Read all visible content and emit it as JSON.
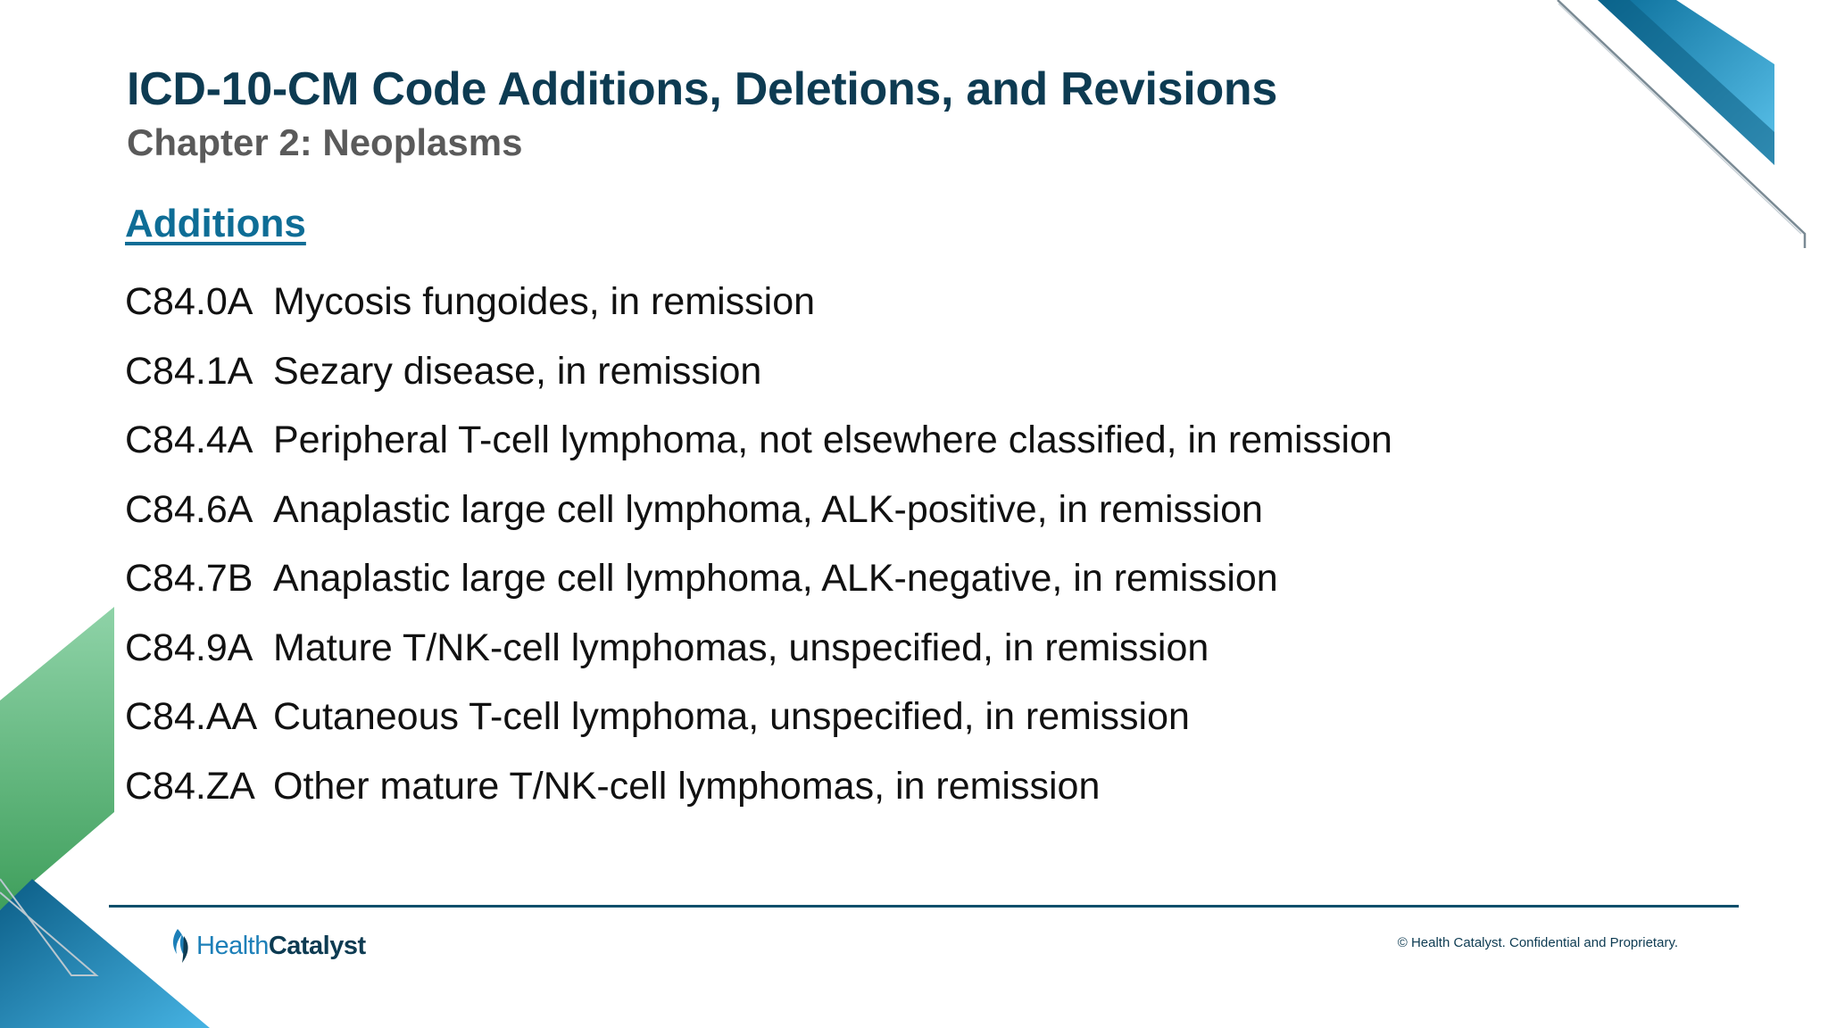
{
  "slide": {
    "title": "ICD-10-CM Code Additions, Deletions, and Revisions",
    "subtitle": "Chapter 2: Neoplasms",
    "section_heading": "Additions",
    "codes": [
      {
        "code": "C84.0A",
        "description": "Mycosis fungoides, in remission"
      },
      {
        "code": "C84.1A",
        "description": "Sezary disease, in remission"
      },
      {
        "code": "C84.4A",
        "description": "Peripheral T-cell lymphoma, not elsewhere classified, in remission"
      },
      {
        "code": "C84.6A",
        "description": "Anaplastic large cell lymphoma, ALK-positive, in remission"
      },
      {
        "code": "C84.7B",
        "description": "Anaplastic large cell lymphoma, ALK-negative, in remission"
      },
      {
        "code": "C84.9A",
        "description": "Mature T/NK-cell lymphomas, unspecified, in remission"
      },
      {
        "code": "C84.AA",
        "description": "Cutaneous T-cell lymphoma, unspecified, in remission"
      },
      {
        "code": "C84.ZA",
        "description": "Other mature T/NK-cell lymphomas, in remission"
      }
    ]
  },
  "footer": {
    "logo_part1": "Health",
    "logo_part2": "Catalyst",
    "logo_icon": "health-catalyst-flame-icon",
    "copyright": "© Health Catalyst. Confidential and Proprietary."
  },
  "colors": {
    "title": "#0d3b52",
    "subtitle": "#5a5a5a",
    "section_heading": "#0e6d96",
    "accent_blue": "#1c7fb8",
    "accent_green": "#5fbf78"
  }
}
